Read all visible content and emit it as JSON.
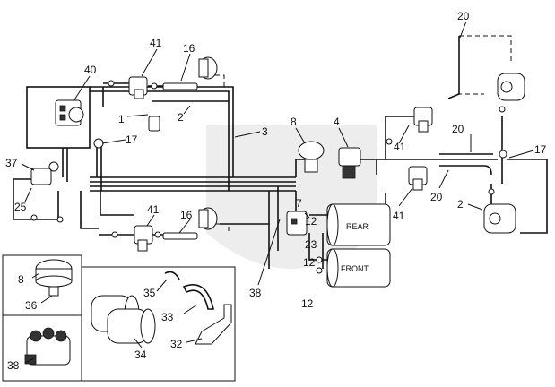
{
  "callouts": {
    "c41a": "41",
    "c16a": "16",
    "c40": "40",
    "c1": "1",
    "c2a": "2",
    "c3": "3",
    "c17a": "17",
    "c8a": "8",
    "c4": "4",
    "c41b": "41",
    "c20a": "20",
    "c20b": "20",
    "c17b": "17",
    "c37": "37",
    "c25": "25",
    "c41c": "41",
    "c16b": "16",
    "c7": "7",
    "c12a": "12",
    "c23": "23",
    "c12b": "12",
    "c12c": "12",
    "c41d": "41",
    "c20c": "20",
    "c2b": "2",
    "c38a": "38",
    "c8b": "8",
    "c36": "36",
    "c35": "35",
    "c33": "33",
    "c34": "34",
    "c32": "32",
    "c38b": "38"
  },
  "tanks": {
    "rear": "REAR",
    "front": "FRONT"
  },
  "icons": [
    "brake-chamber-icon",
    "relay-valve-icon",
    "air-tank-icon",
    "clamp-icon",
    "bracket-icon"
  ]
}
